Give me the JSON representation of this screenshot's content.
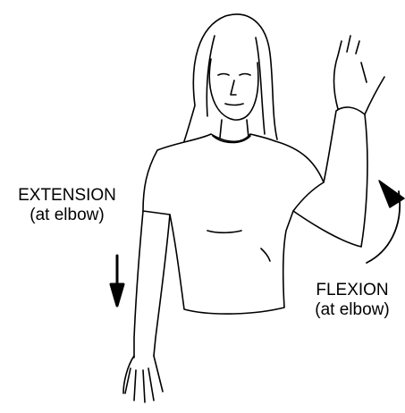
{
  "labels": {
    "extension": {
      "title": "EXTENSION",
      "note": "(at elbow)"
    },
    "flexion": {
      "title": "FLEXION",
      "note": "(at elbow)"
    }
  },
  "colors": {
    "ink": "#000000",
    "background": "#ffffff"
  },
  "icons": [
    "down-arrow-icon",
    "curved-arrow-icon"
  ]
}
